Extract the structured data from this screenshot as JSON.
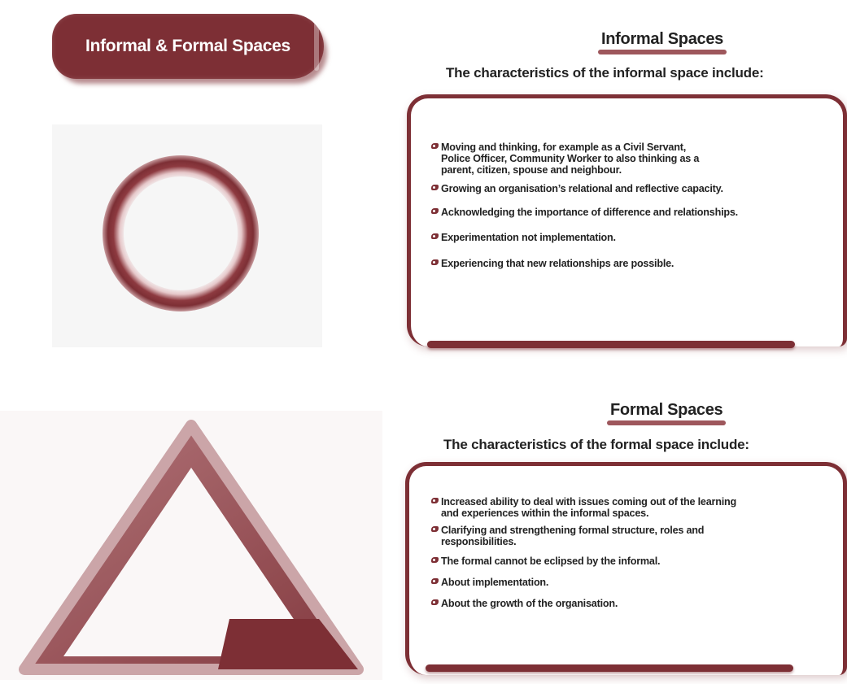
{
  "header": {
    "title": "Informal & Formal Spaces"
  },
  "informal": {
    "heading": "Informal Spaces",
    "intro": "The characteristics of the informal space include:",
    "items": [
      {
        "line1": "Moving and thinking, for example as a Civil Servant,",
        "line2": "Police Officer, Community Worker to also thinking as a",
        "line3": "parent, citizen, spouse and neighbour."
      },
      {
        "line1": "Growing an organisation’s relational and reflective capacity."
      },
      {
        "line1": "Acknowledging the importance of difference and relationships."
      },
      {
        "line1": "Experimentation not  implementation."
      },
      {
        "line1": "Experiencing that new relationships are possible."
      }
    ]
  },
  "formal": {
    "heading": "Formal Spaces",
    "intro": "The characteristics of the formal space include:",
    "items": [
      {
        "line1": "Increased ability to deal with issues coming out of the learning",
        "line2": "and experiences within the informal spaces."
      },
      {
        "line1": "Clarifying and strengthening formal structure, roles and",
        "line2": "responsibilities."
      },
      {
        "line1": "The formal cannot be eclipsed by the informal."
      },
      {
        "line1": "About implementation."
      },
      {
        "line1": "About the growth of the organisation."
      }
    ]
  },
  "theme": {
    "accent": "#7d2f35",
    "text": "#222222",
    "shape_bg": "#f6f6f6"
  },
  "icons": {
    "bullet": "hand-pointer-icon",
    "circle": "circle-shape",
    "triangle": "triangle-shape"
  }
}
